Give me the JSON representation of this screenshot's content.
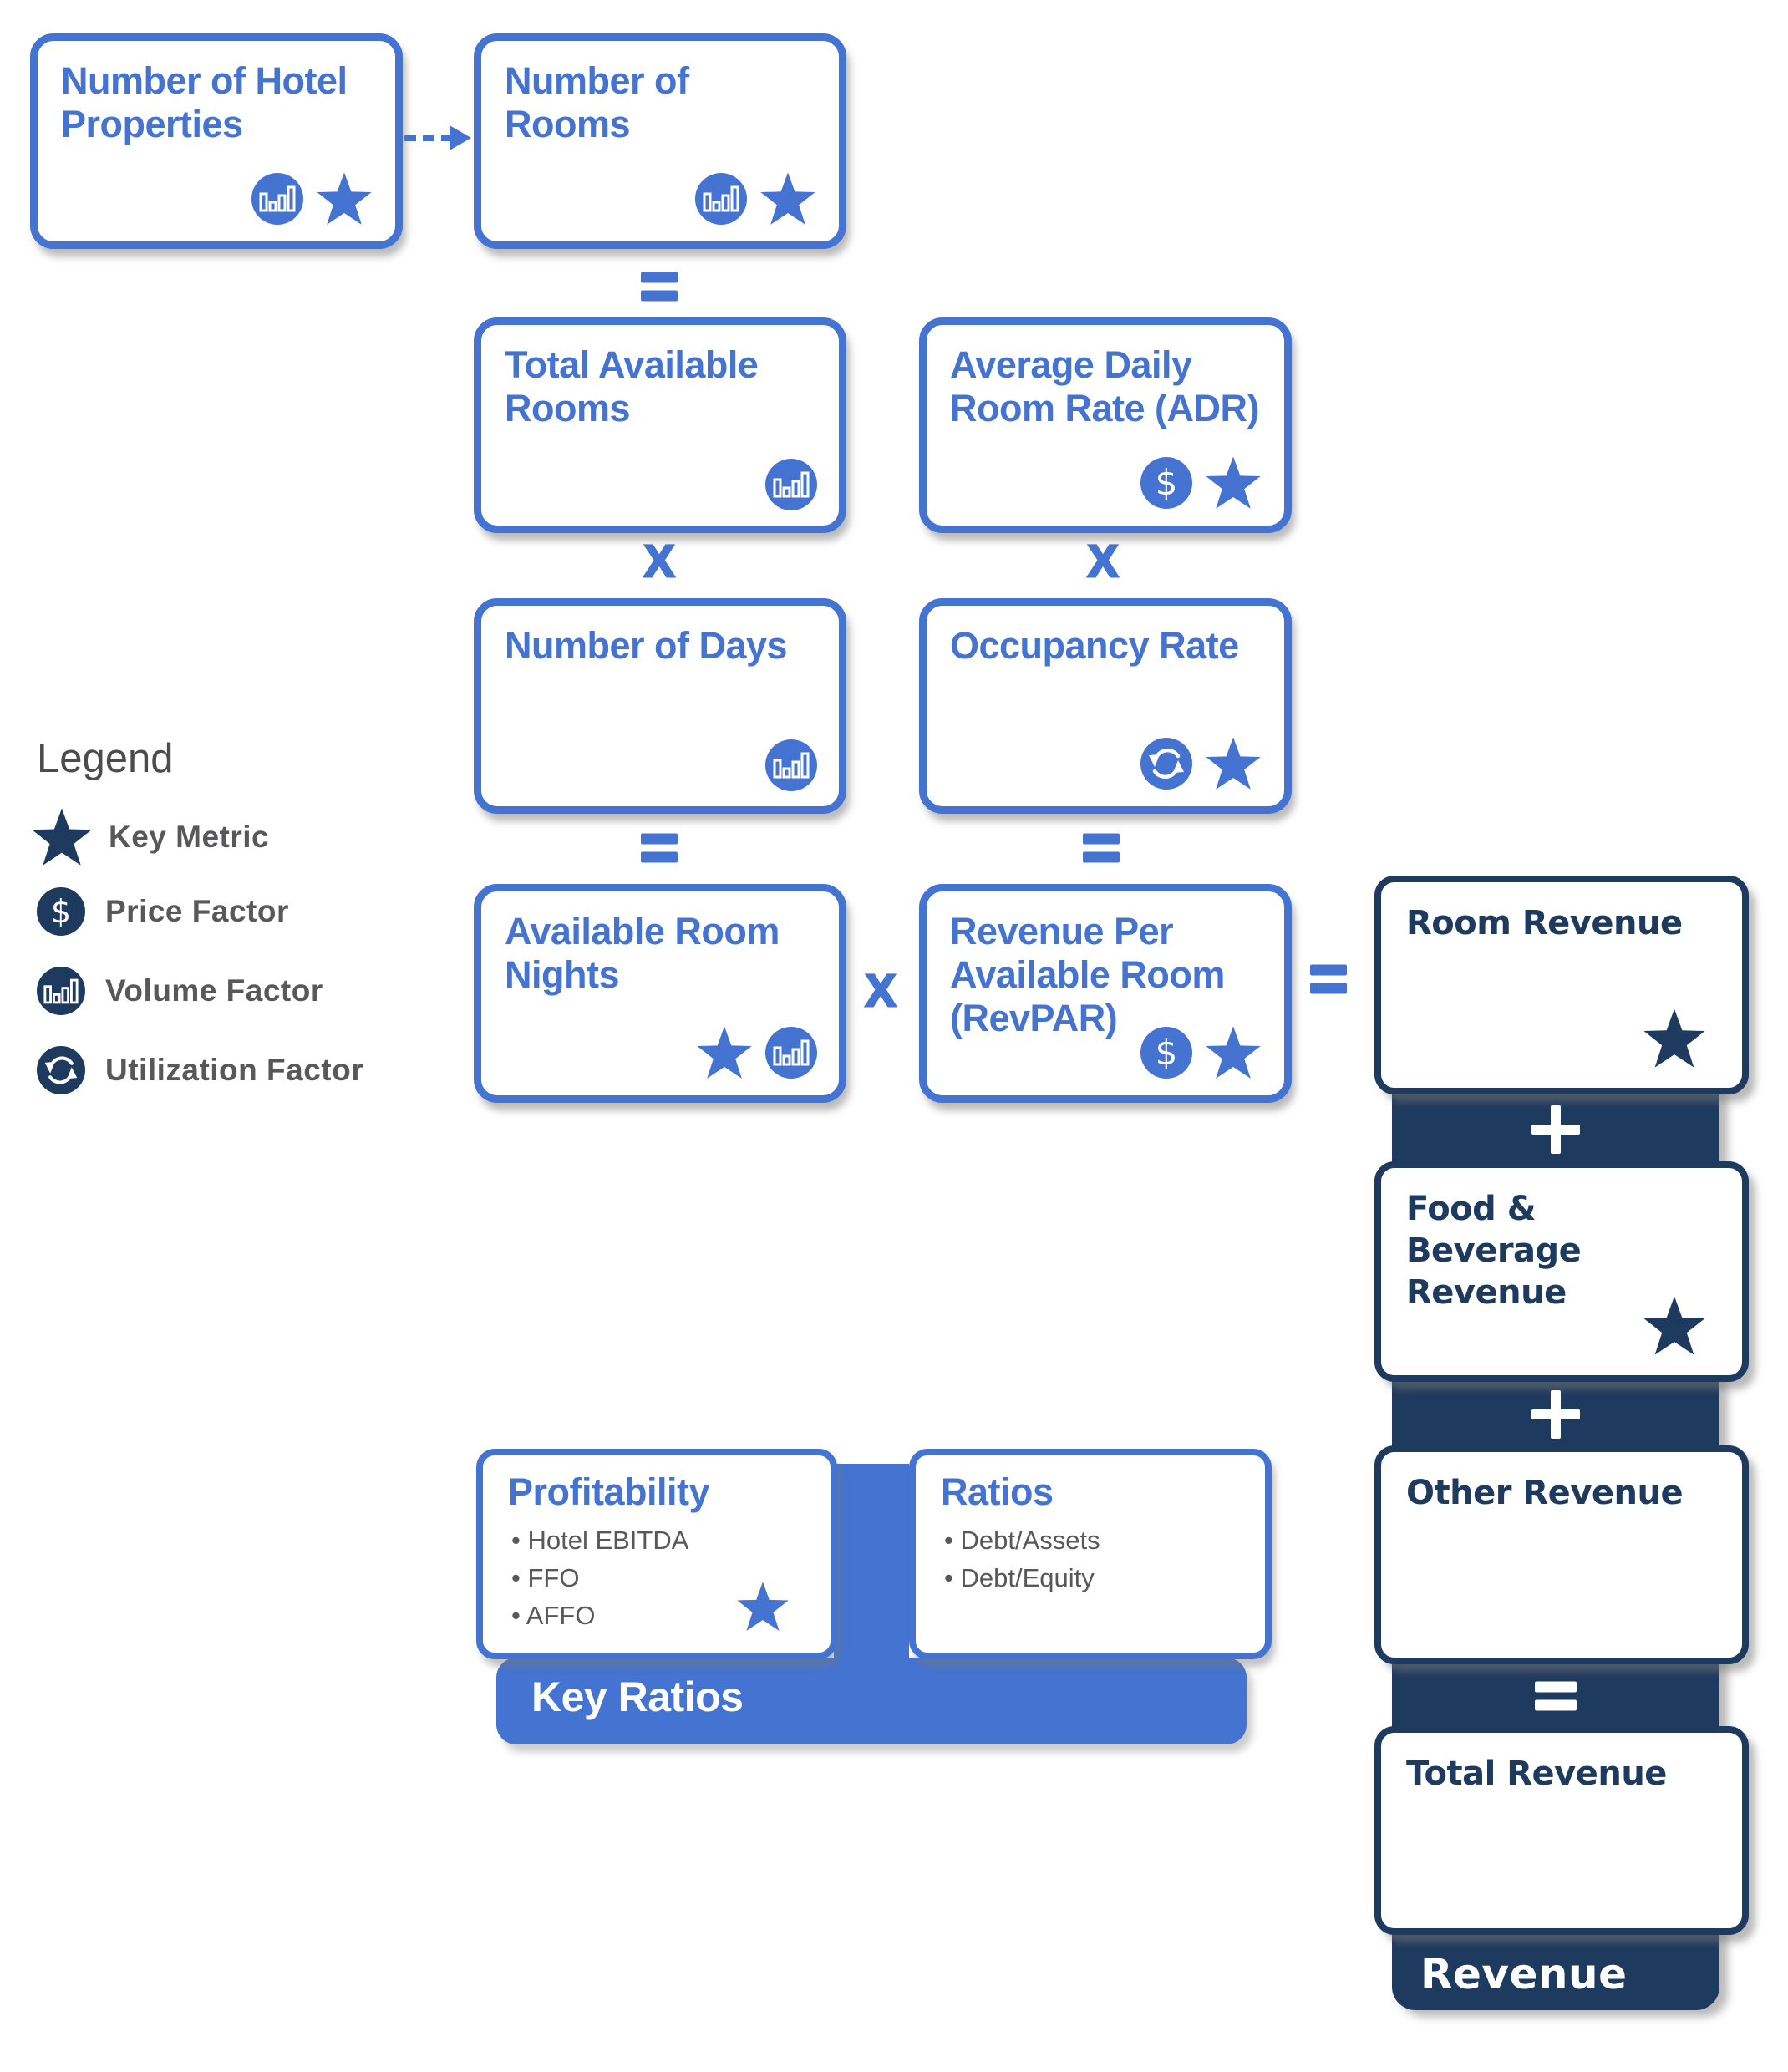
{
  "colors": {
    "blue": "#4473D1",
    "navy": "#1F3A5F",
    "gray_text": "#58585A",
    "white": "#FFFFFF"
  },
  "ops": {
    "multiply": "X",
    "equals": "=",
    "plus": "+"
  },
  "icon_glyphs": {
    "dollar": "$"
  },
  "legend": {
    "title": "Legend",
    "items": [
      {
        "icon": "star-icon",
        "label": "Key Metric"
      },
      {
        "icon": "dollar-icon",
        "label": "Price Factor"
      },
      {
        "icon": "bar-chart-icon",
        "label": "Volume Factor"
      },
      {
        "icon": "cycle-icon",
        "label": "Utilization Factor"
      }
    ]
  },
  "boxes": {
    "hotel_properties": {
      "title": "Number of Hotel Properties",
      "icons": [
        "bar-chart",
        "star"
      ]
    },
    "number_of_rooms": {
      "title": "Number of Rooms",
      "icons": [
        "bar-chart",
        "star"
      ]
    },
    "total_available_rooms": {
      "title": "Total Available Rooms",
      "icons": [
        "bar-chart"
      ]
    },
    "adr": {
      "title": "Average Daily Room Rate (ADR)",
      "icons": [
        "dollar",
        "star"
      ]
    },
    "number_of_days": {
      "title": "Number of Days",
      "icons": [
        "bar-chart"
      ]
    },
    "occupancy_rate": {
      "title": "Occupancy Rate",
      "icons": [
        "cycle",
        "star"
      ]
    },
    "available_room_nights": {
      "title": "Available Room Nights",
      "icons": [
        "star",
        "bar-chart"
      ]
    },
    "revpar": {
      "title": "Revenue Per Available Room (RevPAR)",
      "icons": [
        "dollar",
        "star"
      ]
    }
  },
  "revenue_column": {
    "band_label": "Revenue",
    "boxes": [
      {
        "title": "Room Revenue",
        "star": true
      },
      {
        "title": "Food & Beverage Revenue",
        "star": true
      },
      {
        "title": "Other Revenue",
        "star": false
      },
      {
        "title": "Total Revenue",
        "star": false
      }
    ],
    "operators": [
      "+",
      "+",
      "="
    ]
  },
  "key_ratios": {
    "band_label": "Key Ratios",
    "profitability": {
      "title": "Profitability",
      "bullets": [
        "Hotel EBITDA",
        "FFO",
        "AFFO"
      ]
    },
    "ratios": {
      "title": "Ratios",
      "bullets": [
        "Debt/Assets",
        "Debt/Equity"
      ]
    }
  }
}
